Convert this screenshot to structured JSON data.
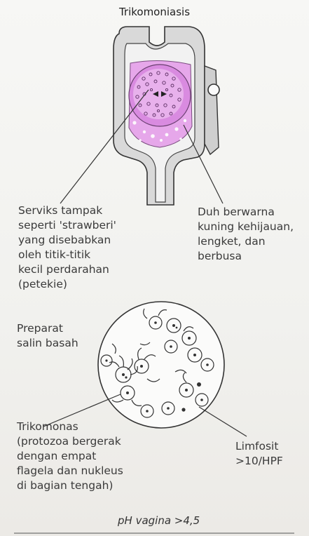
{
  "title": "Trikomoniasis",
  "labels": {
    "serviks": [
      "Serviks tampak",
      "seperti 'strawberi'",
      "yang disebabkan",
      "oleh titik-titik",
      "kecil perdarahan",
      "(petekie)"
    ],
    "duh": [
      "Duh berwarna",
      "kuning kehijauan,",
      "lengket, dan",
      "berbusa"
    ],
    "preparat": [
      "Preparat",
      "salin basah"
    ],
    "trikomonas": [
      "Trikomonas",
      "(protozoa bergerak",
      "dengan empat",
      "flagela dan nukleus",
      "di bagian tengah)"
    ],
    "limfosit": [
      "Limfosit",
      ">10/HPF"
    ]
  },
  "footer": {
    "ph": "pH vagina >4,5"
  },
  "colors": {
    "speculum_fill": "#d7d7d7",
    "cervix_pink": "#d98be0",
    "cervix_light": "#efc6f2",
    "line": "#333333"
  }
}
